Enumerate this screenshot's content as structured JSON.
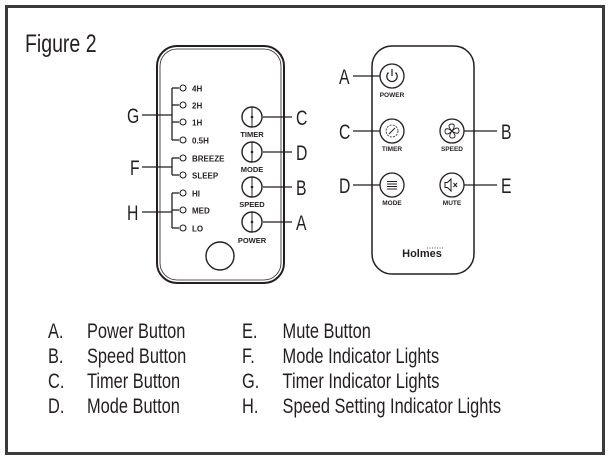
{
  "figure": {
    "title": "Figure 2"
  },
  "left_remote": {
    "indicator_groups": [
      {
        "callout": "G",
        "lights": [
          "4H",
          "2H",
          "1H",
          "0.5H"
        ]
      },
      {
        "callout": "F",
        "lights": [
          "BREEZE",
          "SLEEP"
        ]
      },
      {
        "callout": "H",
        "lights": [
          "HI",
          "MED",
          "LO"
        ]
      }
    ],
    "buttons": [
      {
        "label": "TIMER",
        "callout": "C"
      },
      {
        "label": "MODE",
        "callout": "D"
      },
      {
        "label": "SPEED",
        "callout": "B"
      },
      {
        "label": "POWER",
        "callout": "A"
      }
    ]
  },
  "right_remote": {
    "brand": "Holmes",
    "buttons": [
      {
        "label": "POWER",
        "callout": "A",
        "icon": "power-icon"
      },
      {
        "label": "TIMER",
        "callout": "C",
        "icon": "timer-icon"
      },
      {
        "label": "SPEED",
        "callout": "B",
        "icon": "fan-icon"
      },
      {
        "label": "MODE",
        "callout": "D",
        "icon": "menu-lines-icon"
      },
      {
        "label": "MUTE",
        "callout": "E",
        "icon": "mute-speaker-icon"
      }
    ]
  },
  "legend": {
    "left": [
      {
        "letter": "A.",
        "text": "Power Button"
      },
      {
        "letter": "B.",
        "text": "Speed Button"
      },
      {
        "letter": "C.",
        "text": "Timer Button"
      },
      {
        "letter": "D.",
        "text": "Mode Button"
      }
    ],
    "right": [
      {
        "letter": "E.",
        "text": "Mute Button"
      },
      {
        "letter": "F.",
        "text": "Mode Indicator Lights"
      },
      {
        "letter": "G.",
        "text": "Timer Indicator Lights"
      },
      {
        "letter": "H.",
        "text": "Speed Setting Indicator Lights"
      }
    ]
  }
}
